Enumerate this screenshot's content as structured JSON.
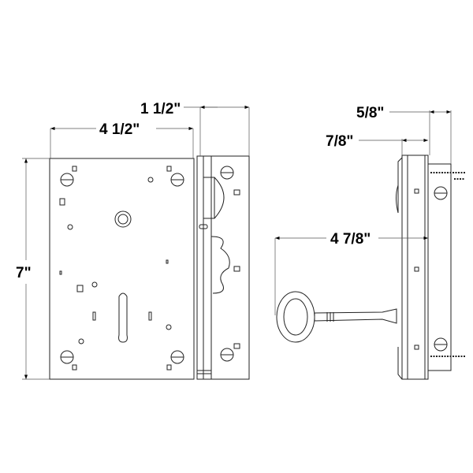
{
  "title": "Mortise lock dimension drawing",
  "dimensions": {
    "faceplate_width": "1 1/2\"",
    "body_width": "4 1/2\"",
    "height": "7\"",
    "mount_depth": "5/8\"",
    "body_depth": "7/8\"",
    "key_projection": "4 7/8\""
  },
  "colors": {
    "line": "#222222",
    "background": "#ffffff"
  }
}
